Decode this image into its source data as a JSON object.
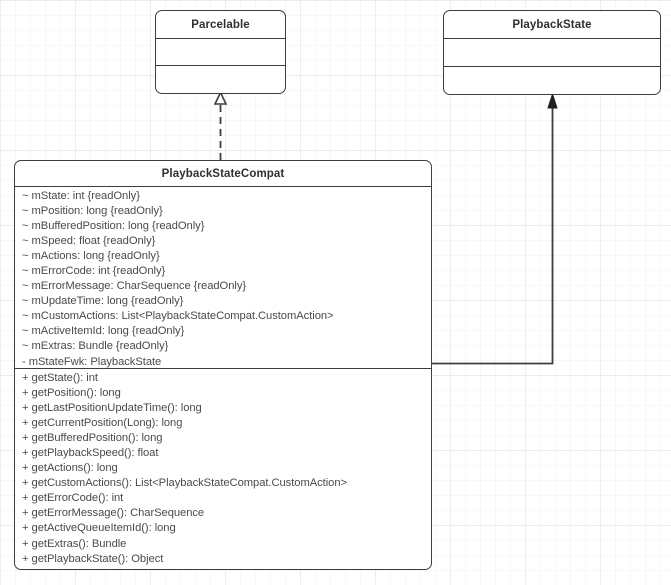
{
  "diagram": {
    "type": "uml-class-diagram",
    "background": "#ffffff",
    "grid_color": "#ededed",
    "line_color": "#3d3d3d",
    "text_color": "#4a4a4a",
    "title_color": "#2f2f2f"
  },
  "classes": {
    "parcelable": {
      "name": "Parcelable",
      "attributes": [],
      "operations": []
    },
    "playbackstate": {
      "name": "PlaybackState",
      "attributes": [],
      "operations": []
    },
    "playbackstatecompat": {
      "name": "PlaybackStateCompat",
      "attributes": [
        "~ mState: int {readOnly}",
        "~ mPosition: long {readOnly}",
        "~ mBufferedPosition: long {readOnly}",
        "~ mSpeed: float {readOnly}",
        "~ mActions: long {readOnly}",
        "~ mErrorCode: int {readOnly}",
        "~ mErrorMessage: CharSequence {readOnly}",
        "~ mUpdateTime: long {readOnly}",
        "~ mCustomActions: List<PlaybackStateCompat.CustomAction>",
        "~ mActiveItemId: long {readOnly}",
        "~ mExtras: Bundle {readOnly}",
        "- mStateFwk: PlaybackState"
      ],
      "operations": [
        "+ getState(): int",
        "+ getPosition(): long",
        "+ getLastPositionUpdateTime(): long",
        "+ getCurrentPosition(Long): long",
        "+ getBufferedPosition(): long",
        "+ getPlaybackSpeed(): float",
        "+ getActions(): long",
        "+ getCustomActions(): List<PlaybackStateCompat.CustomAction>",
        "+ getErrorCode(): int",
        "+ getErrorMessage(): CharSequence",
        "+ getActiveQueueItemId(): long",
        "+ getExtras(): Bundle",
        "+ getPlaybackState(): Object"
      ]
    }
  },
  "relationships": [
    {
      "id": "realization",
      "kind": "realization",
      "from": "PlaybackStateCompat",
      "to": "Parcelable",
      "line_style": "dashed",
      "arrow_head": "hollow-triangle"
    },
    {
      "id": "association",
      "kind": "association",
      "from": "PlaybackStateCompat",
      "to": "PlaybackState",
      "line_style": "solid",
      "arrow_head": "filled-arrow"
    }
  ]
}
